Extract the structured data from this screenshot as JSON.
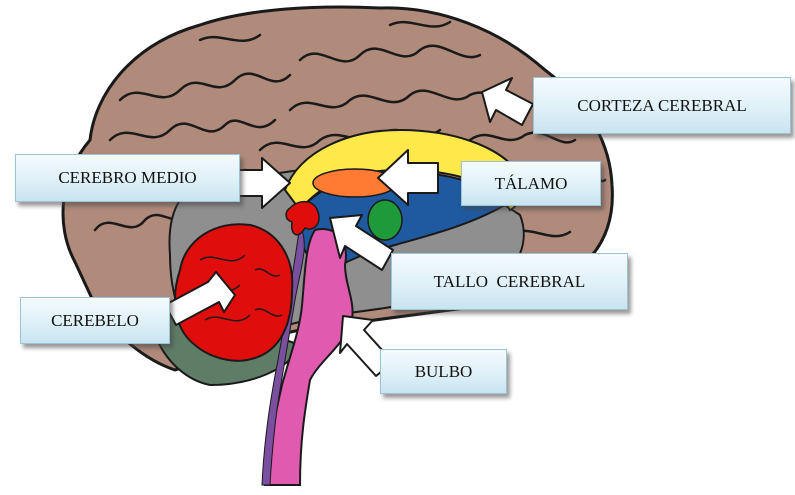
{
  "labels": {
    "corteza_cerebral": "CORTEZA CEREBRAL",
    "cerebro_medio": "CEREBRO MEDIO",
    "talamo": "TÁLAMO",
    "tallo_cerebral": "TALLO  CEREBRAL",
    "cerebelo": "CEREBELO",
    "bulbo": "BULBO"
  },
  "colors": {
    "cortex": "#b08a7b",
    "cortex_outline": "#1a1a1a",
    "inner_brain": "#8f8f8f",
    "cerebellum": "#e00d0d",
    "brainstem": "#e05ab0",
    "corpus_callosum": "#ffe94a",
    "ventricle": "#1f5aa0",
    "thalamus": "#ff7a33",
    "green_body": "#1f9a3a",
    "arrow_fill": "#ffffff"
  }
}
